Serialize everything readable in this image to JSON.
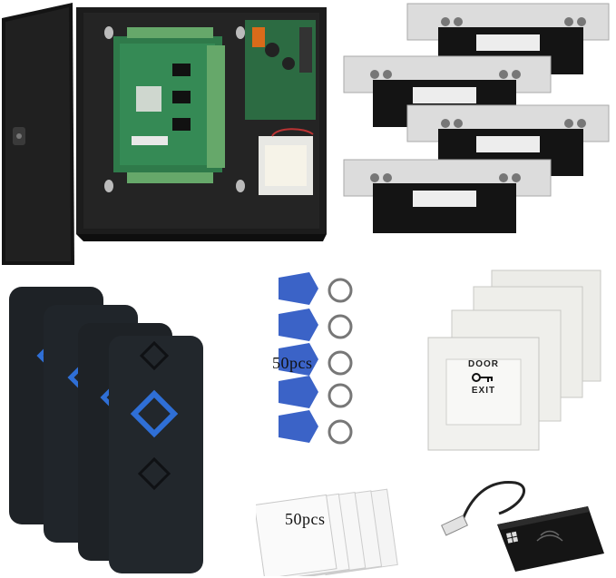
{
  "product": {
    "tag_label": "50pcs",
    "card_label": "50pcs",
    "exit_button": {
      "top_text": "DOOR",
      "bottom_text": "EXIT"
    }
  },
  "colors": {
    "cabinet": "#1c1c1c",
    "pcb": "#2f7a4a",
    "terminal": "#66a86a",
    "steel": "#d9d9d9",
    "strike_body": "#141414",
    "reader": "#1e2226",
    "reader_accent": "#2f6fd6",
    "fob": "#3b63c7",
    "card": "#f4f4f4",
    "exit_plate": "#f1f1ee"
  },
  "icons": [
    "key-icon",
    "windows-logo-icon"
  ]
}
